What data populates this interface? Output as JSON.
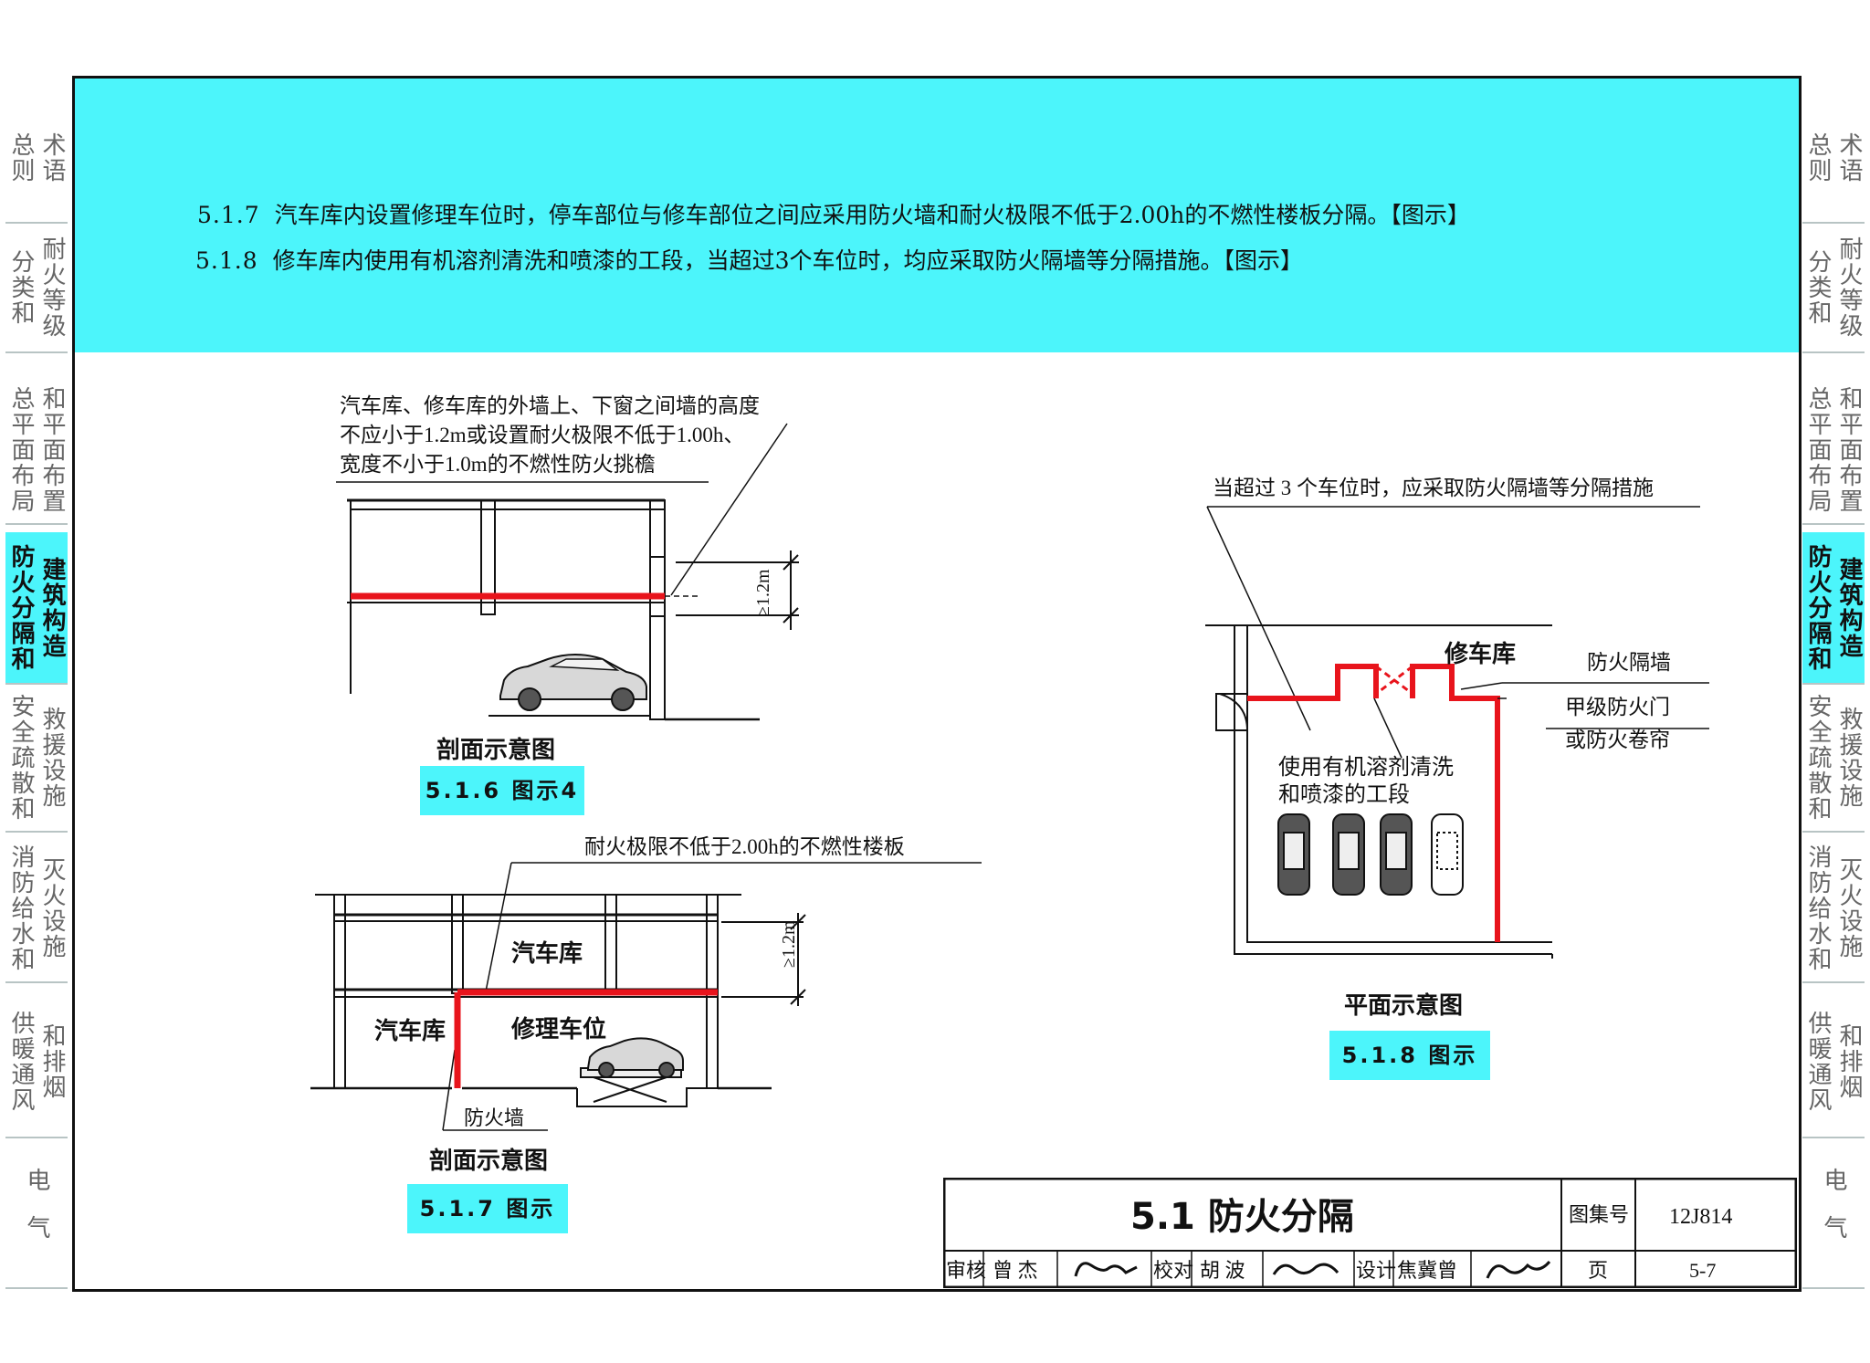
{
  "side_tabs": [
    {
      "cols": [
        "术语",
        "总则"
      ],
      "active": false
    },
    {
      "cols": [
        "耐火等级",
        "分类和"
      ],
      "active": false
    },
    {
      "cols": [
        "和平面布置",
        "总平面布局"
      ],
      "active": false
    },
    {
      "cols": [
        "建筑构造",
        "防火分隔和"
      ],
      "active": true
    },
    {
      "cols": [
        "救援设施",
        "安全疏散和"
      ],
      "active": false
    },
    {
      "cols": [
        "灭火设施",
        "消防给水和"
      ],
      "active": false
    },
    {
      "cols": [
        "和排烟",
        "供暖通风"
      ],
      "active": false
    },
    {
      "cols": [
        "电气"
      ],
      "active": false
    }
  ],
  "clauses": [
    {
      "num": "5.1.7",
      "text": "汽车库内设置修理车位时，停车部位与修车部位之间应采用防火墙和耐火极限不低于2.00h的不燃性楼板分隔。【图示】"
    },
    {
      "num": "5.1.8",
      "text": "修车库内使用有机溶剂清洗和喷漆的工段，当超过3个车位时，均应采取防火隔墙等分隔措施。【图示】"
    }
  ],
  "fig1": {
    "note_lines": [
      "汽车库、修车库的外墙上、下窗之间墙的高度",
      "不应小于1.2m或设置耐火极限不低于1.00h、",
      "宽度不小于1.0m的不燃性防火挑檐"
    ],
    "dim": "≥1.2m",
    "subtitle": "剖面示意图",
    "caption": "5.1.6 图示4"
  },
  "fig2": {
    "note": "耐火极限不低于2.00h的不燃性楼板",
    "dim": "≥1.2m",
    "label_upper": "汽车库",
    "label_left": "汽车库",
    "label_repair": "修理车位",
    "label_wall": "防火墙",
    "subtitle": "剖面示意图",
    "caption": "5.1.7 图示"
  },
  "fig3": {
    "note": "当超过 3 个车位时，应采取防火隔墙等分隔措施",
    "label_garage": "修车库",
    "label_wall": "防火隔墙",
    "label_door1": "甲级防火门",
    "label_door2": "或防火卷帘",
    "label_area1": "使用有机溶剂清洗",
    "label_area2": "和喷漆的工段",
    "subtitle": "平面示意图",
    "caption": "5.1.8 图示"
  },
  "titleblock": {
    "title": "5.1  防火分隔",
    "atlas_label": "图集号",
    "atlas_no": "12J814",
    "page_label": "页",
    "page_no": "5-7",
    "review_label": "审核",
    "review_name": "曾 杰",
    "check_label": "校对",
    "check_name": "胡 波",
    "design_label": "设计",
    "design_name": "焦冀曾"
  },
  "colors": {
    "accent": "#4cf5fb",
    "fire_line": "#e8141c",
    "line": "#111111"
  }
}
